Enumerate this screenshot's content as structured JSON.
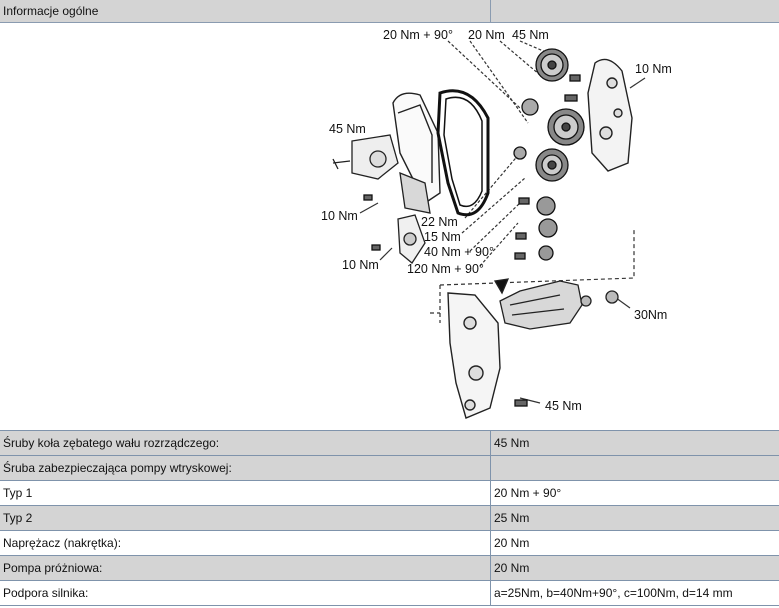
{
  "header": {
    "title": "Informacje ogólne"
  },
  "diagram": {
    "labels": {
      "top_a": "20 Nm + 90°",
      "top_b": "20 Nm",
      "top_c": "45 Nm",
      "right_top": "10 Nm",
      "left_mid": "45 Nm",
      "left_low": "10 Nm",
      "bottom_left": "10 Nm",
      "c1": "22 Nm",
      "c2": "15 Nm",
      "c3": "40 Nm + 90°",
      "c4": "120 Nm + 90°",
      "right_bottom": "30Nm",
      "bottom": "45 Nm"
    }
  },
  "rows": [
    {
      "label": "Śruby koła zębatego wału rozrządczego:",
      "value": "45 Nm"
    },
    {
      "label": "Śruba zabezpieczająca pompy wtryskowej:",
      "value": ""
    },
    {
      "label": "Typ 1",
      "value": "20 Nm + 90°"
    },
    {
      "label": "Typ 2",
      "value": "25 Nm"
    },
    {
      "label": "Naprężacz (nakrętka):",
      "value": "20 Nm"
    },
    {
      "label": "Pompa próżniowa:",
      "value": "20 Nm"
    },
    {
      "label": "Podpora silnika:",
      "value": "a=25Nm, b=40Nm+90°, c=100Nm, d=14 mm"
    }
  ]
}
